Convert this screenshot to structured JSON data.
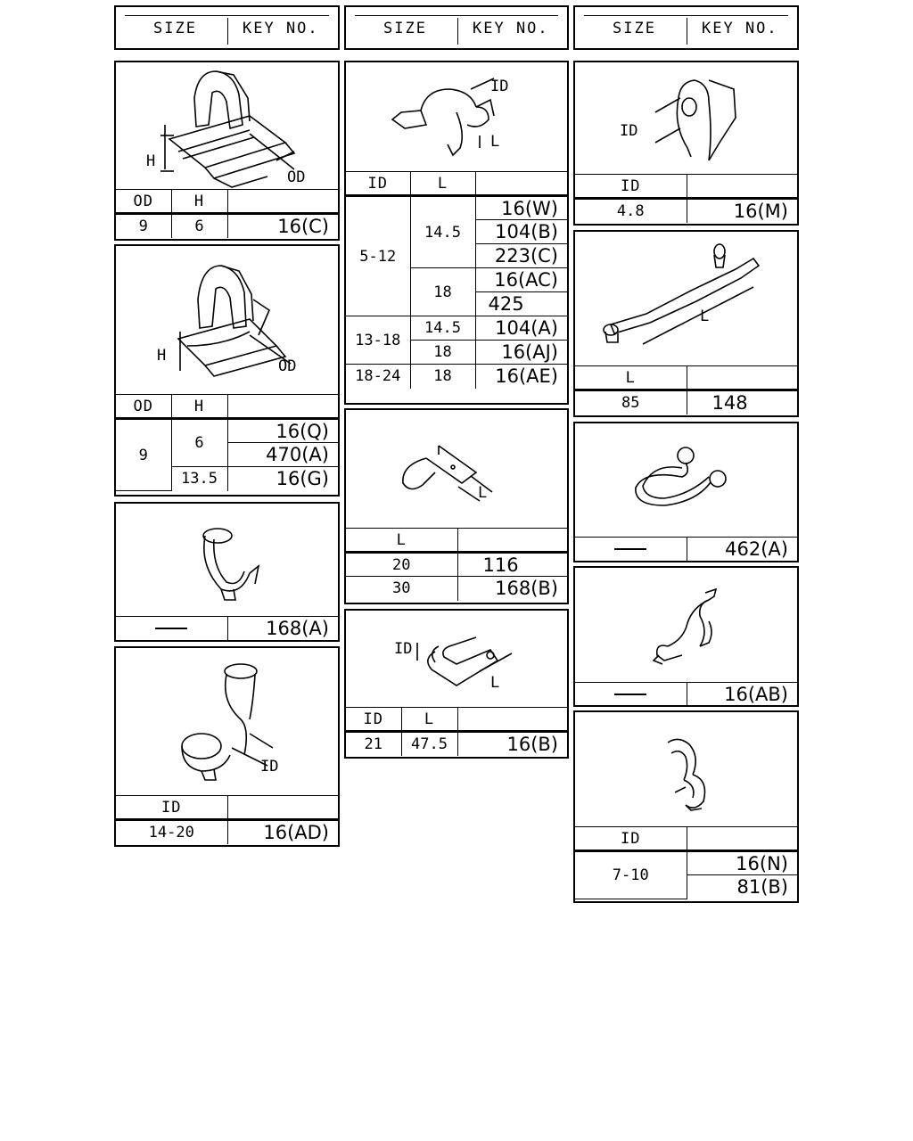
{
  "header": {
    "size_label": "SIZE",
    "key_label": "KEY NO."
  },
  "cards": {
    "c1": {
      "od_label": "OD",
      "h_label": "H",
      "dim_h": "H",
      "dim_od": "OD",
      "rows": [
        {
          "od": "9",
          "h": "6",
          "key": "16(C)"
        }
      ]
    },
    "c2": {
      "od_label": "OD",
      "h_label": "H",
      "dim_h": "H",
      "dim_od": "OD",
      "od": "9",
      "h1": "6",
      "h2": "13.5",
      "keys": [
        "16(Q)",
        "470(A)",
        "16(G)"
      ]
    },
    "c3": {
      "size": "—",
      "key": "168(A)"
    },
    "c4": {
      "id_label": "ID",
      "dim_id": "ID",
      "id": "14-20",
      "key": "16(AD)"
    },
    "c5": {
      "id_label": "ID",
      "l_label": "L",
      "dim_id": "ID",
      "dim_l": "L",
      "g1": {
        "id": "5-12",
        "l1": "14.5",
        "k1": [
          "16(W)",
          "104(B)",
          "223(C)"
        ],
        "l2": "18",
        "k2": [
          "16(AC)",
          "425"
        ]
      },
      "g2": {
        "id": "13-18",
        "l1": "14.5",
        "k1": "104(A)",
        "l2": "18",
        "k2": "16(AJ)"
      },
      "g3": {
        "id": "18-24",
        "l": "18",
        "k": "16(AE)"
      }
    },
    "c6": {
      "l_label": "L",
      "dim_l": "L",
      "rows": [
        {
          "l": "20",
          "key": "116"
        },
        {
          "l": "30",
          "key": "168(B)"
        }
      ]
    },
    "c7": {
      "id_label": "ID",
      "l_label": "L",
      "dim_id": "ID",
      "dim_l": "L",
      "id": "21",
      "l": "47.5",
      "key": "16(B)"
    },
    "c8": {
      "id_label": "ID",
      "dim_id": "ID",
      "id": "4.8",
      "key": "16(M)"
    },
    "c9": {
      "l_label": "L",
      "dim_l": "L",
      "l": "85",
      "key": "148"
    },
    "c10": {
      "size": "—",
      "key": "462(A)"
    },
    "c11": {
      "size": "—",
      "key": "16(AB)"
    },
    "c12": {
      "id_label": "ID",
      "id": "7-10",
      "keys": [
        "16(N)",
        "81(B)"
      ]
    }
  }
}
